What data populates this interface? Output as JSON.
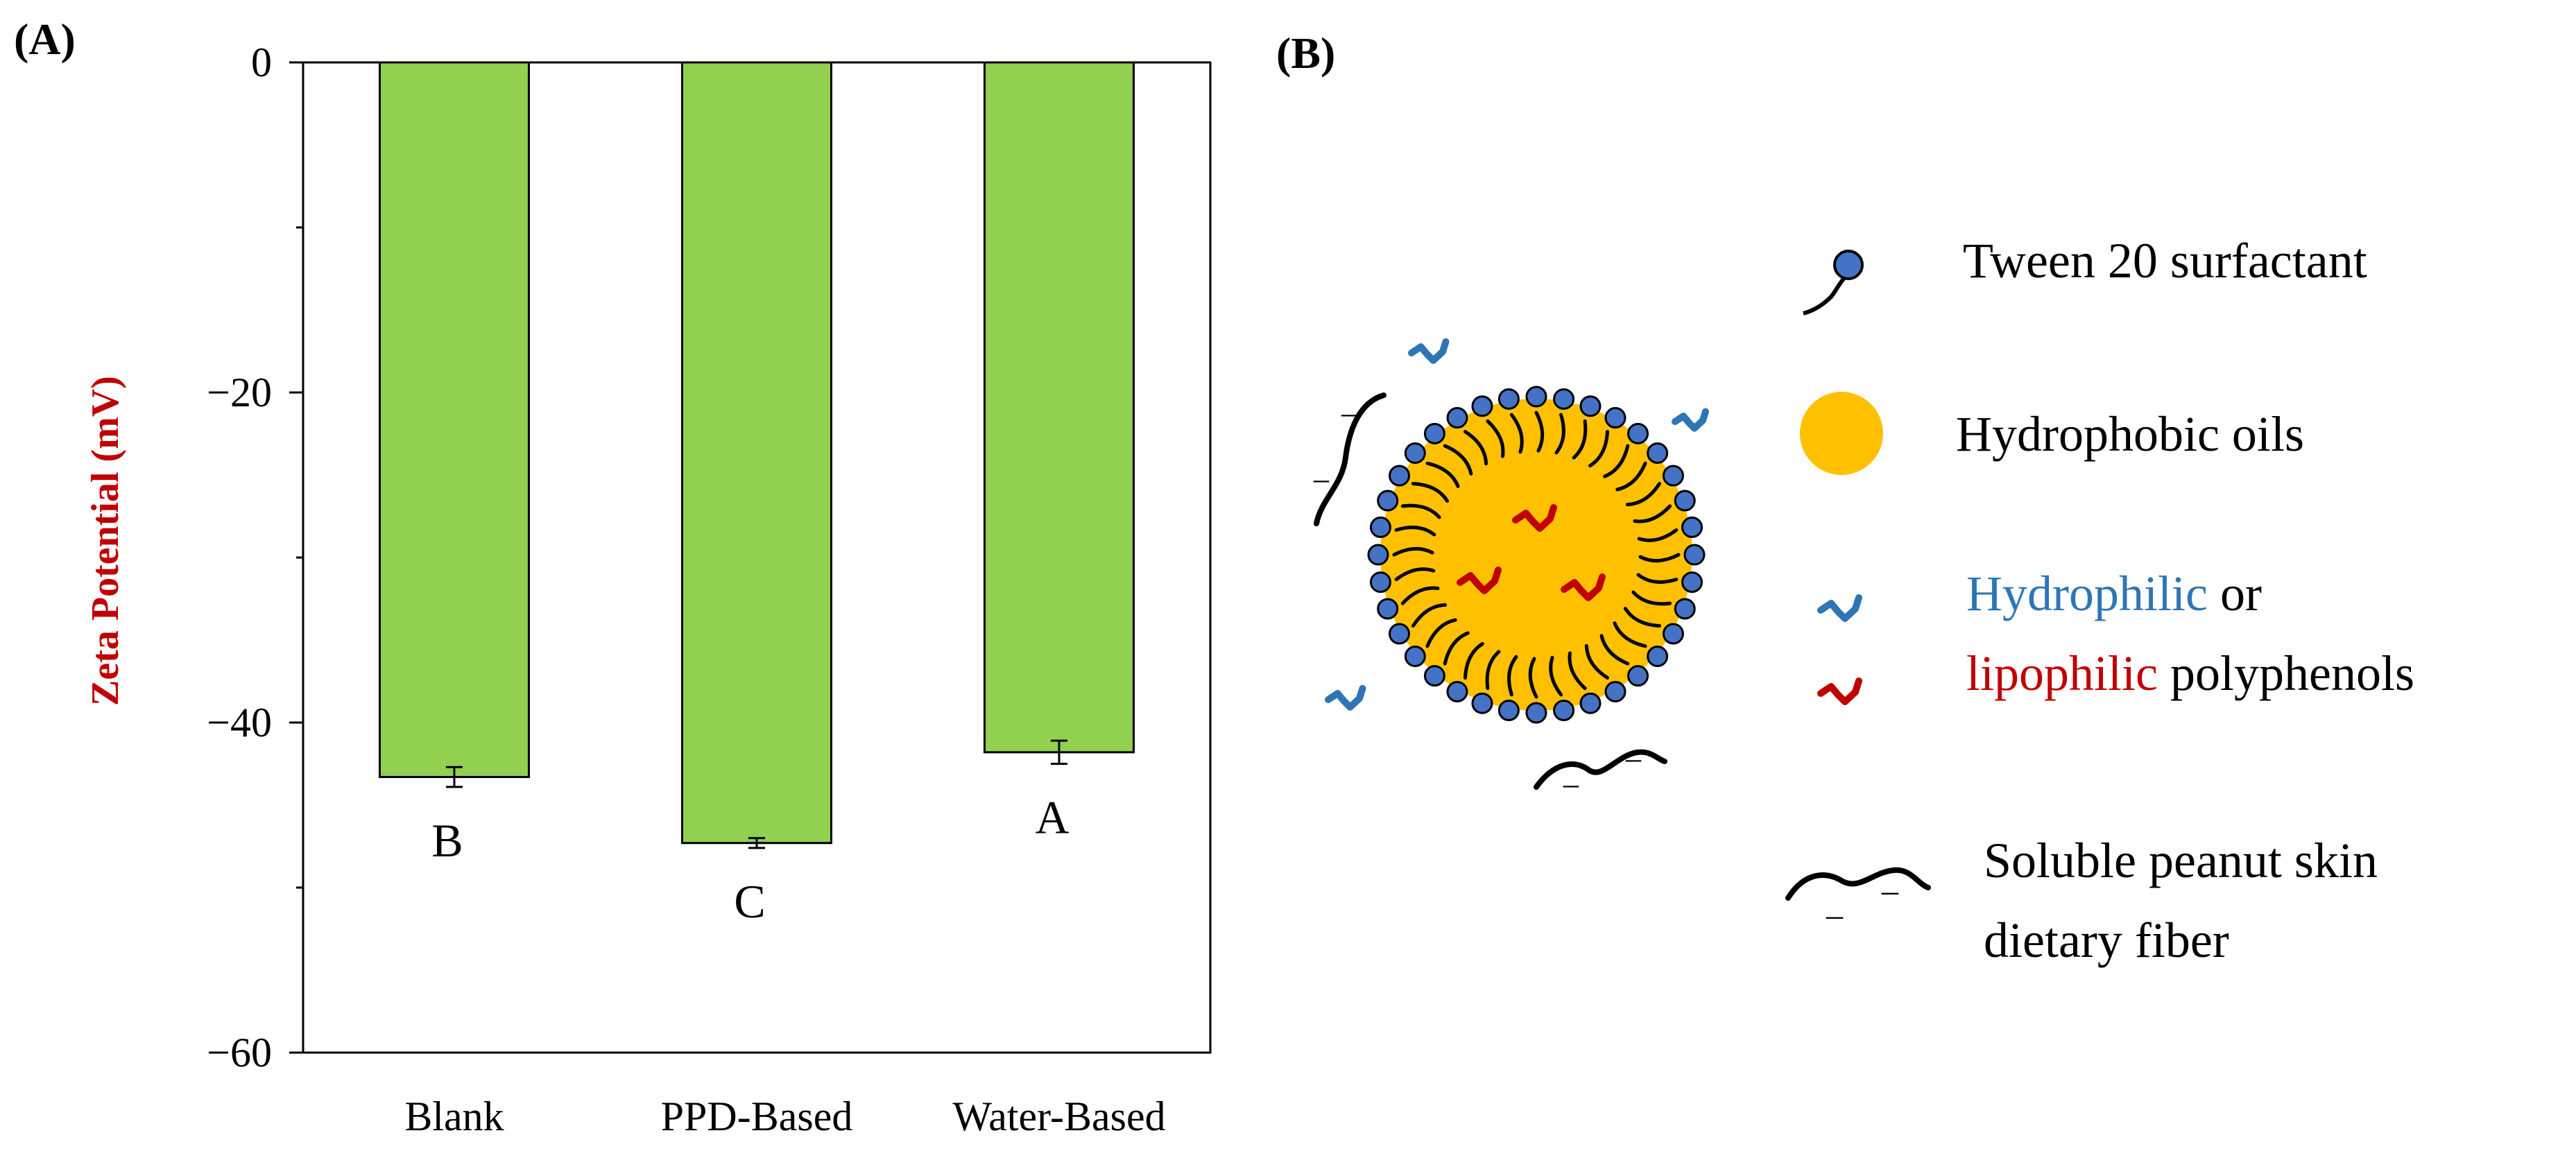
{
  "panel_a": {
    "label": "(A)"
  },
  "panel_b": {
    "label": "(B)"
  },
  "chart_data": {
    "type": "bar",
    "title": "",
    "xlabel": "",
    "ylabel": "Zeta Potential (mV)",
    "ylim": [
      -60,
      0
    ],
    "yticks": [
      0,
      -20,
      -40,
      -60
    ],
    "ytick_labels": [
      "0",
      "−20",
      "−40",
      "−60"
    ],
    "categories": [
      "Blank",
      "PPD-Based",
      "Water-Based"
    ],
    "values": [
      -43.3,
      -47.3,
      -41.8
    ],
    "errors": [
      0.6,
      0.3,
      0.7
    ],
    "significance_letters": [
      "B",
      "C",
      "A"
    ],
    "grid": false,
    "colors": {
      "bar_fill": "#92d050",
      "bar_stroke": "#000000",
      "ylabel": "#c00000"
    }
  },
  "legend": {
    "tween": "Tween 20 surfactant",
    "oils": "Hydrophobic oils",
    "hydrophilic": "Hydrophilic",
    "or": " or",
    "lipophilic": "lipophilic",
    "polyphenols": " polyphenols",
    "fiber_line1": "Soluble peanut skin",
    "fiber_line2": "dietary fiber",
    "colors": {
      "hydrophilic": "#2e75b6",
      "lipophilic": "#c00000",
      "oil": "#ffc000",
      "surfactant_head": "#4472c4"
    }
  },
  "diagram": {
    "charge_sign": "–"
  }
}
